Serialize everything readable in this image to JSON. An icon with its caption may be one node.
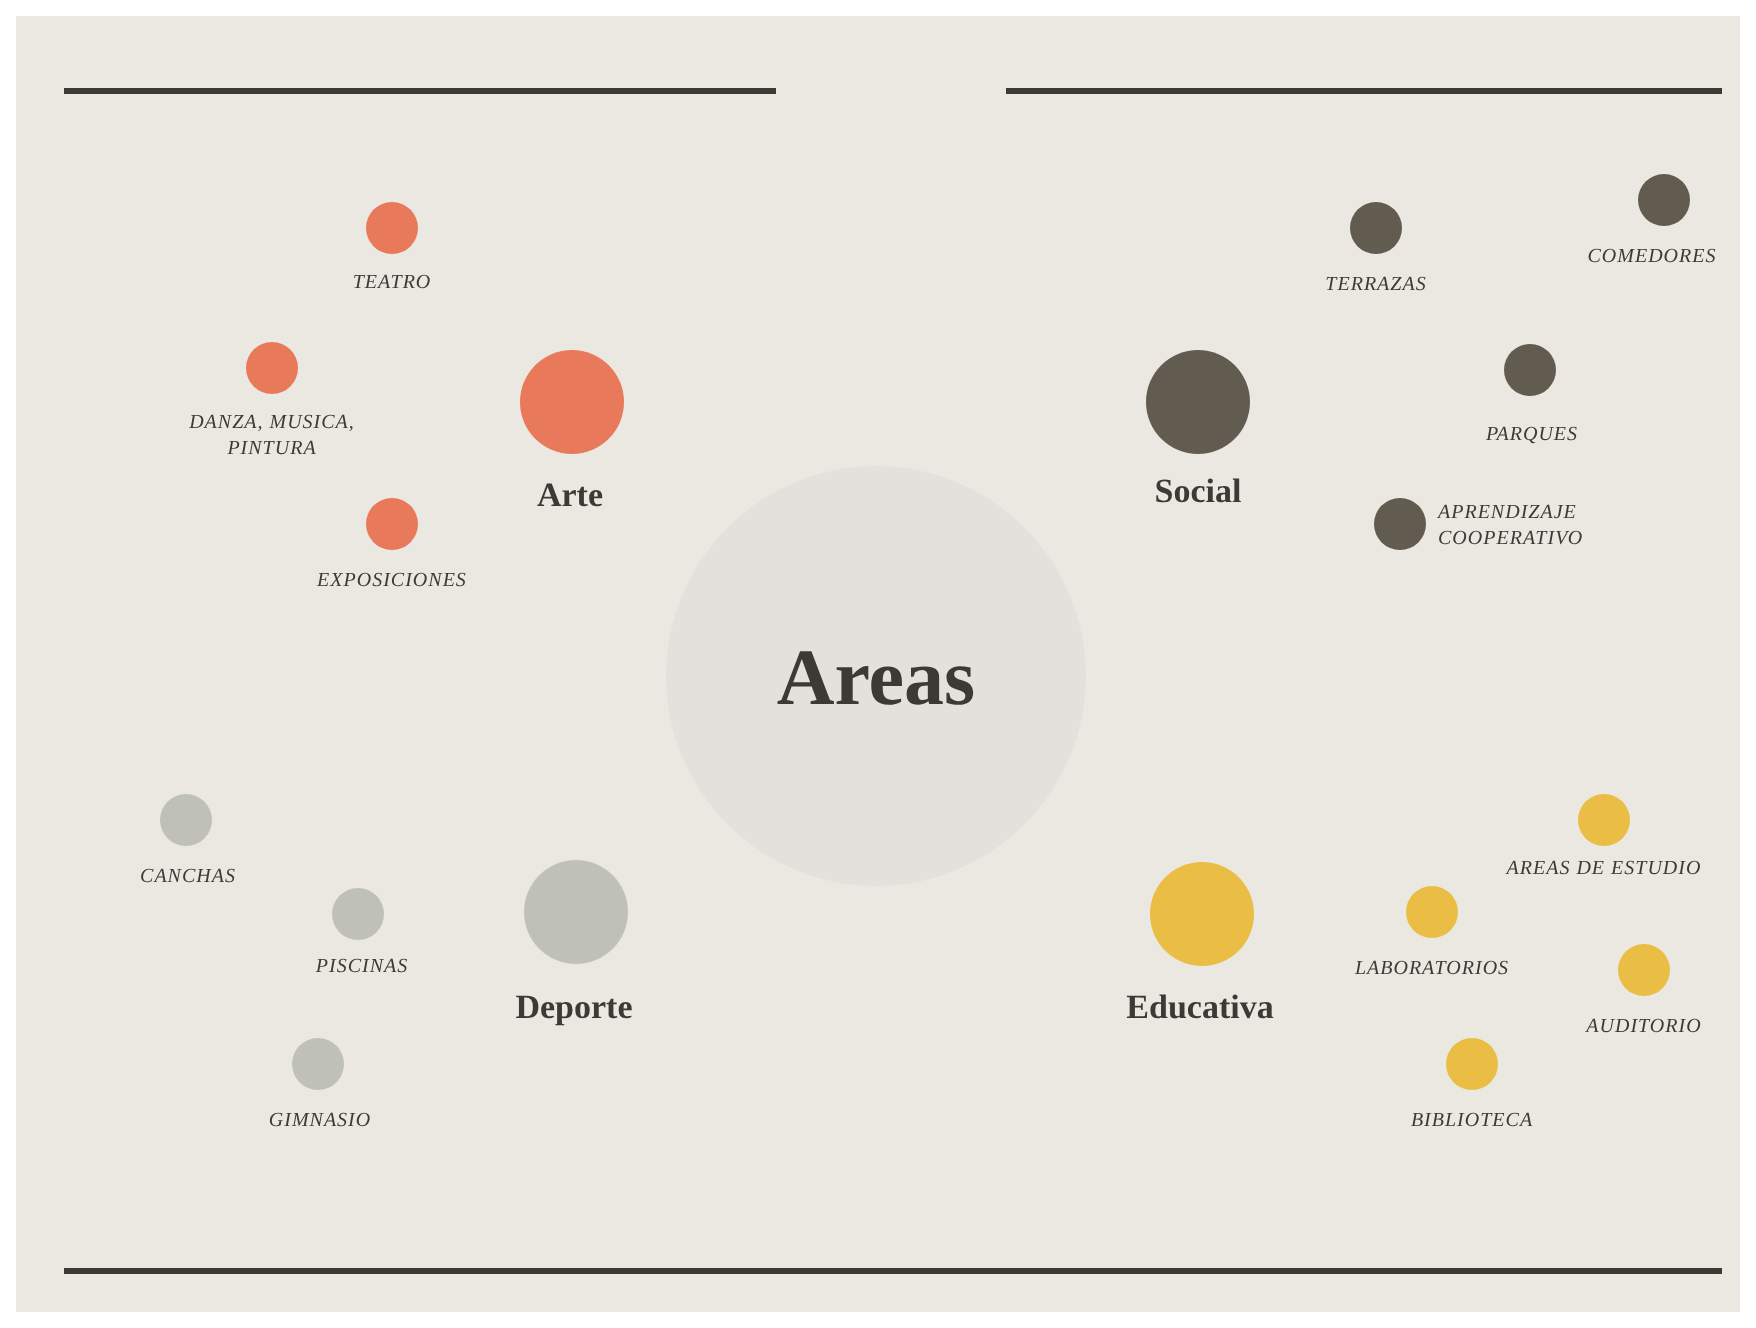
{
  "diagram": {
    "nodes": [
      {
        "text": [
          "Areas"
        ]
      },
      {
        "text": [],
        "shape": "circle",
        "beside": [
          "Arte"
        ]
      },
      {
        "text": [],
        "shape": "circle",
        "beside": [
          "TEATRO"
        ]
      },
      {
        "text": [],
        "shape": "circle",
        "beside": [
          "DANZA, MUSICA, PINTURA"
        ]
      },
      {
        "text": [],
        "shape": "circle",
        "beside": [
          "EXPOSICIONES"
        ]
      },
      {
        "text": [],
        "shape": "circle",
        "beside": [
          "Social"
        ]
      },
      {
        "text": [],
        "shape": "circle",
        "beside": [
          "TERRAZAS"
        ]
      },
      {
        "text": [],
        "shape": "circle",
        "beside": [
          "COMEDORES"
        ]
      },
      {
        "text": [],
        "shape": "circle",
        "beside": [
          "PARQUES"
        ]
      },
      {
        "text": [],
        "shape": "circle",
        "beside": [
          "APRENDIZAJE COOPERATIVO"
        ]
      },
      {
        "text": [],
        "shape": "circle",
        "beside": [
          "Deporte"
        ]
      },
      {
        "text": [],
        "shape": "circle",
        "beside": [
          "CANCHAS"
        ]
      },
      {
        "text": [],
        "shape": "circle",
        "beside": [
          "PISCINAS"
        ]
      },
      {
        "text": [],
        "shape": "circle",
        "beside": [
          "GIMNASIO"
        ]
      },
      {
        "text": [],
        "shape": "circle",
        "beside": [
          "Educativa"
        ]
      },
      {
        "text": [],
        "shape": "circle",
        "beside": [
          "AREAS DE ESTUDIO"
        ]
      },
      {
        "text": [],
        "shape": "circle",
        "beside": [
          "LABORATORIOS"
        ]
      },
      {
        "text": [],
        "shape": "circle",
        "beside": [
          "AUDITORIO"
        ]
      },
      {
        "text": [],
        "shape": "circle",
        "beside": [
          "BIBLIOTECA"
        ]
      }
    ]
  }
}
